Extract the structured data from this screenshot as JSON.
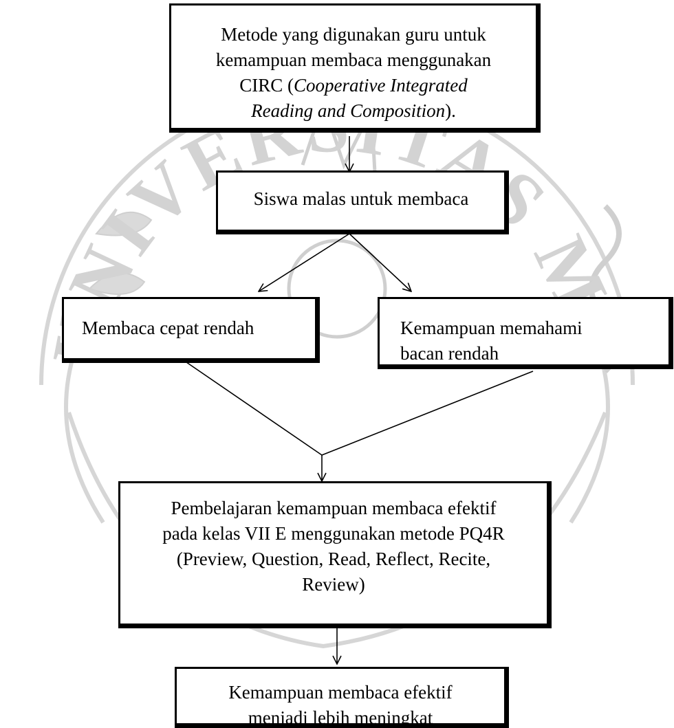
{
  "watermark": {
    "text": "UNIVERSITAS MUHAMMADIYAH PURWOKERTO",
    "color": "#d0d0d0"
  },
  "nodes": {
    "metode_circ": {
      "line1": "Metode yang digunakan guru untuk",
      "line2": "kemampuan membaca menggunakan",
      "line3_prefix": "CIRC (",
      "line3_italic": "Cooperative Integrated",
      "line4_italic": "Reading and Composition",
      "line4_suffix": ")."
    },
    "siswa_malas": {
      "text": "Siswa malas untuk membaca"
    },
    "membaca_cepat": {
      "text": "Membaca cepat rendah"
    },
    "memahami_bacaan": {
      "line1": "Kemampuan memahami",
      "line2": "bacan rendah"
    },
    "pembelajaran_pq4r": {
      "line1": "Pembelajaran kemampuan membaca efektif",
      "line2": "pada kelas VII E menggunakan metode PQ4R",
      "line3": "(Preview, Question, Read, Reflect, Recite,",
      "line4": "Review)"
    },
    "hasil": {
      "line1": "Kemampuan membaca efektif",
      "line2": "menjadi lebih meningkat"
    }
  },
  "edges": [
    {
      "from": "metode_circ",
      "to": "siswa_malas"
    },
    {
      "from": "siswa_malas",
      "to": "membaca_cepat"
    },
    {
      "from": "siswa_malas",
      "to": "memahami_bacaan"
    },
    {
      "from": "membaca_cepat",
      "to": "pembelajaran_pq4r"
    },
    {
      "from": "memahami_bacaan",
      "to": "pembelajaran_pq4r"
    },
    {
      "from": "pembelajaran_pq4r",
      "to": "hasil"
    }
  ]
}
